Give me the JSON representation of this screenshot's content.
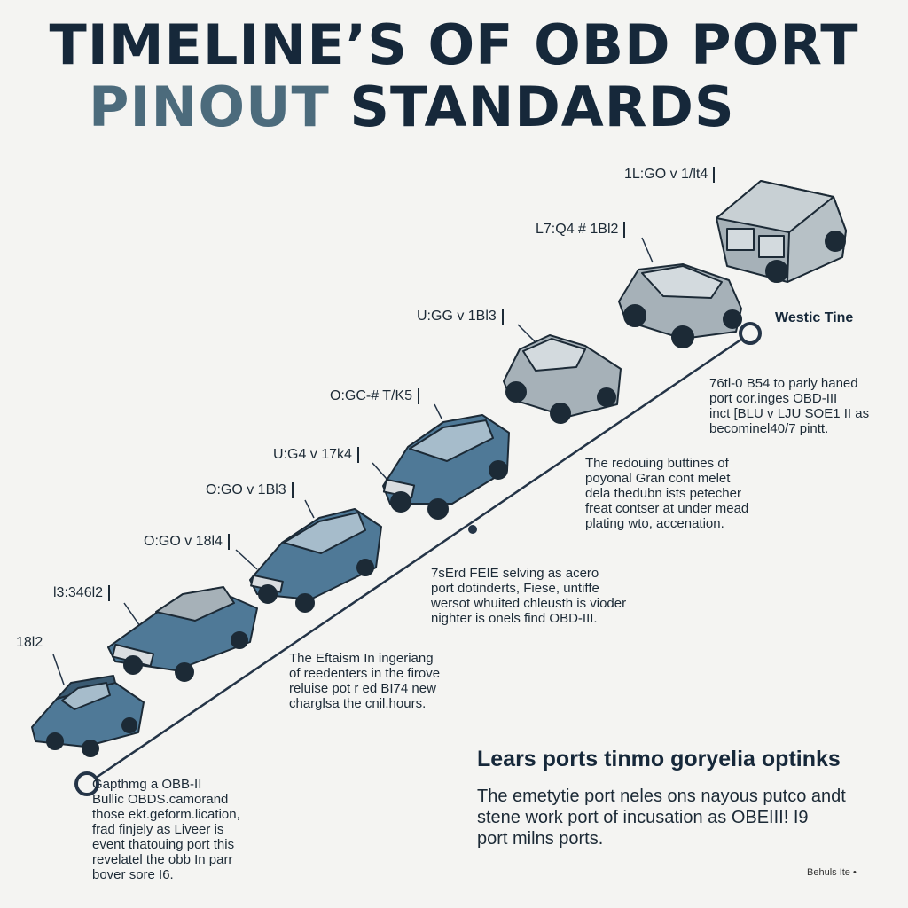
{
  "title": {
    "line1": "TIMELINE’S OF OBD PORT",
    "line2_part1": "PINOUT",
    "line2_part2": " STANDARDS"
  },
  "timeline_labels": [
    "18l2",
    "l3:346l2",
    "O:GO v 18l4",
    "O:GO v 1Bl3",
    "U:G4 v 17k4",
    "O:GC-# T/K5",
    "U:GG v 1Bl3",
    "L7:Q4 # 1Bl2",
    "1L:GO v 1/lt4"
  ],
  "legend_label": "Westic Tine",
  "paragraphs": {
    "p_right_top": "76tl-0 B54 to parly haned\nport cor.inges OBD-III\ninct [BLU v LJU SOE1 II as\nbecominel40/7 pintt.",
    "p_mid_right": "The redouing buttines of\npoyonal Gran cont melet\ndela thedubn ists petecher\nfreat contser at under mead\nplating wto, accenation.",
    "p_mid": "7sErd FEIE selving as acero\nport dotinderts, Fiese, untiffe\nwersot whuited chleusth is vioder\nnighter is onels find OBD-III.",
    "p_left_mid": "The Eftaism In ingeriang\nof reedenters in the firove\nreluise pot r ed BI74 new\ncharglsa the cnil.hours.",
    "p_bottom_left": "Gapthmg a OBB-II\nBullic OBDS.camorand\nthose ekt.geform.lication,\nfrad finjely as Liveer is\nevent thatouing port this\nrevelatel the obb In parr\nbover sore I6."
  },
  "lears": {
    "heading": "Lears ports tinmo goryelia optinks",
    "text": "The emetytie port neles ons nayous putco andt\nstene work port of incusation as OBEIII! I9\nport milns ports."
  },
  "footer": "Behuls Ite •",
  "colors": {
    "vehicle_blue": "#4f7997",
    "vehicle_grey": "#a6b1b8",
    "line": "#243447",
    "background": "#f4f4f2"
  }
}
